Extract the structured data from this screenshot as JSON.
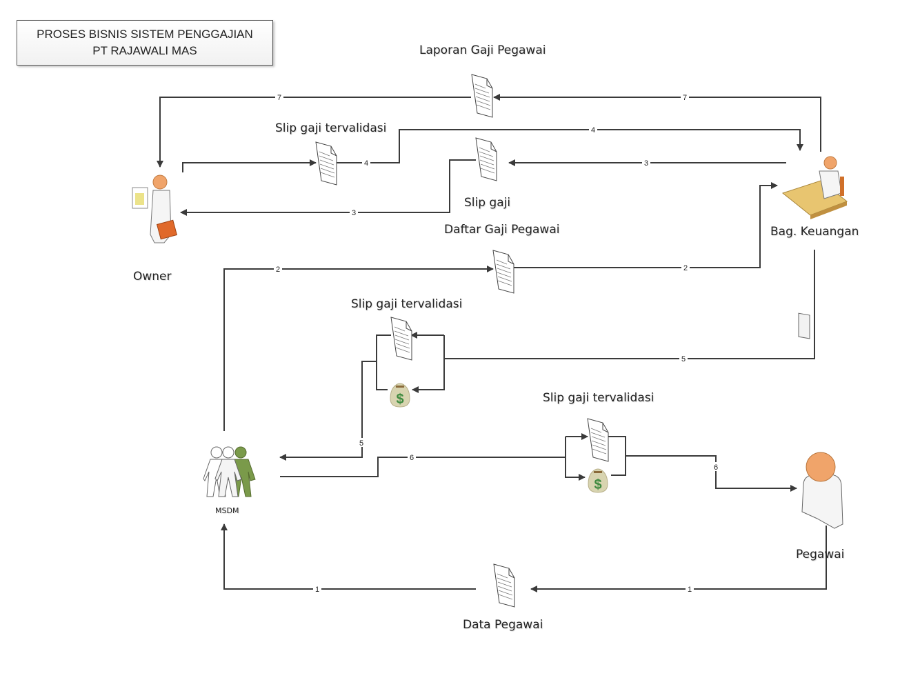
{
  "title": {
    "line1": "PROSES BISNIS SISTEM PENGGAJIAN",
    "line2": "PT RAJAWALI MAS"
  },
  "actors": {
    "owner": "Owner",
    "keuangan": "Bag. Keuangan",
    "msdm": "MSDM",
    "pegawai": "Pegawai"
  },
  "documents": {
    "laporan": "Laporan Gaji Pegawai",
    "slip_valid_top": "Slip gaji tervalidasi",
    "slip_gaji": "Slip gaji",
    "daftar_gaji": "Daftar Gaji Pegawai",
    "slip_valid_mid": "Slip gaji tervalidasi",
    "slip_valid_bottom": "Slip gaji tervalidasi",
    "data_pegawai": "Data Pegawai"
  },
  "flows": [
    {
      "step": "1",
      "from": "Pegawai",
      "via": "Data Pegawai",
      "to": "MSDM"
    },
    {
      "step": "2",
      "from": "MSDM",
      "via": "Daftar Gaji Pegawai",
      "to": "Bag. Keuangan"
    },
    {
      "step": "3",
      "from": "Bag. Keuangan",
      "via": "Slip gaji",
      "to": "Owner"
    },
    {
      "step": "4",
      "from": "Owner",
      "via": "Slip gaji tervalidasi",
      "to": "Bag. Keuangan"
    },
    {
      "step": "5",
      "from": "Bag. Keuangan",
      "via": "Slip gaji tervalidasi + money",
      "to": "MSDM"
    },
    {
      "step": "6",
      "from": "MSDM",
      "via": "Slip gaji tervalidasi + money",
      "to": "Pegawai"
    },
    {
      "step": "7",
      "from": "Bag. Keuangan",
      "via": "Laporan Gaji Pegawai",
      "to": "Owner"
    }
  ],
  "step_labels": {
    "s1": "1",
    "s2": "2",
    "s3": "3",
    "s4": "4",
    "s5": "5",
    "s6": "6",
    "s7": "7"
  },
  "icons": {
    "money": "$"
  },
  "colors": {
    "line": "#3a3a3a",
    "skin": "#f0a46a",
    "briefcase": "#e0692a",
    "msdm_accent": "#7a9a4a",
    "money_bag": "#d8d4b0",
    "dollar": "#3f8a3f"
  }
}
